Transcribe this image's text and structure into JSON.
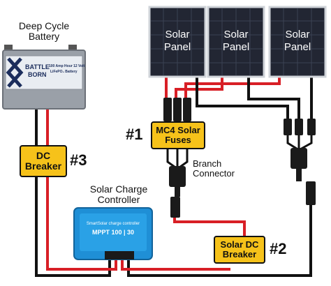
{
  "battery": {
    "title_line1": "Deep Cycle",
    "title_line2": "Battery",
    "brand_line1": "BATTLE",
    "brand_line2": "BORN",
    "spec_line1": "100 Amp Hour 12 Volt",
    "spec_line2": "LiFePO₄ Battery"
  },
  "panels": [
    {
      "line1": "Solar",
      "line2": "Panel"
    },
    {
      "line1": "Solar",
      "line2": "Panel"
    },
    {
      "line1": "Solar",
      "line2": "Panel"
    }
  ],
  "dc_breaker_battery": {
    "line1": "DC",
    "line2": "Breaker",
    "number": "#3"
  },
  "mc4_fuses": {
    "line1": "MC4 Solar",
    "line2": "Fuses",
    "number": "#1"
  },
  "branch_connector": {
    "line1": "Branch",
    "line2": "Connector"
  },
  "charge_controller": {
    "title_line1": "Solar Charge",
    "title_line2": "Controller",
    "device_line1": "SmartSolar charge controller",
    "device_line2": "MPPT 100 | 30"
  },
  "solar_dc_breaker": {
    "line1": "Solar DC",
    "line2": "Breaker",
    "number": "#2"
  },
  "colors": {
    "positive_wire": "#d81f26",
    "negative_wire": "#111111",
    "breaker_fill": "#f6c21a",
    "controller_blue": "#1f8fd6",
    "panel_cell": "#222633"
  }
}
